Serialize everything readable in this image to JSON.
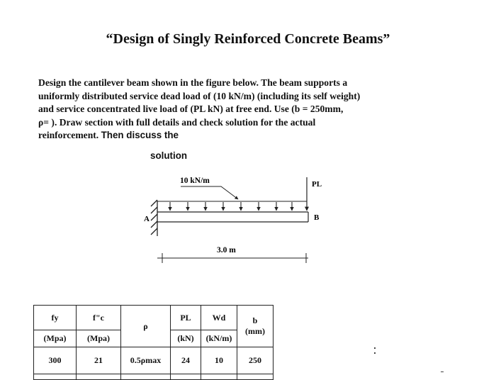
{
  "title": "“Design of Singly Reinforced Concrete Beams”",
  "problem": {
    "line1": "Design the cantilever beam shown in the figure below. The beam supports a",
    "line2": "uniformly distributed service dead load of (10 kN/m) (including its self weight)",
    "line3": "and service concentrated live load of (PL  kN) at free end.  Use  (b = 250mm,",
    "line4": "ρ=      ). Draw section with full details and check solution for the actual",
    "line5a": "reinforcement.",
    "line5b": "Then discuss the",
    "line6": "solution"
  },
  "figure": {
    "udl_label": "10 kN/m",
    "point_load_label": "PL",
    "support_label": "A",
    "free_end_label": "B",
    "span_label": "3.0 m"
  },
  "table": {
    "headers": [
      {
        "top": "fy",
        "bottom": "(Mpa)"
      },
      {
        "top": "f\"c",
        "bottom": "(Mpa)"
      },
      {
        "top": "ρ",
        "bottom": ""
      },
      {
        "top": "PL",
        "bottom": "(kN)"
      },
      {
        "top": "Wd",
        "bottom": "(kN/m)"
      },
      {
        "top": "b",
        "bottom": "(mm)"
      }
    ],
    "row": [
      "300",
      "21",
      "0.5ρmax",
      "24",
      "10",
      "250"
    ]
  }
}
